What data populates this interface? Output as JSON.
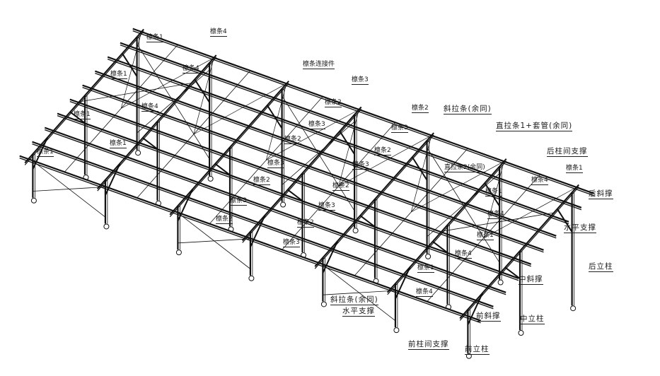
{
  "labels": {
    "purlin1": "檩条1",
    "purlin2": "檩条2",
    "purlin3": "檩条3",
    "purlin4": "檩条4",
    "purlin_connector": "檩条连接件",
    "diagonal_tie": "斜拉条(余同)",
    "straight_tie1": "直拉条1+套管(余同)",
    "straight_tie2": "直拉条2(余同)",
    "rear_column_bracing": "后柱间支撑",
    "rear_brace": "后斜撑",
    "horizontal_brace": "水平支撑",
    "rear_column": "后立柱",
    "middle_brace": "中斜撑",
    "middle_column": "中立柱",
    "front_brace": "前斜撑",
    "front_column": "前立柱",
    "front_column_bracing": "前柱间支撑"
  },
  "colors": {
    "line": "#111111",
    "text": "#1a1a1a"
  }
}
